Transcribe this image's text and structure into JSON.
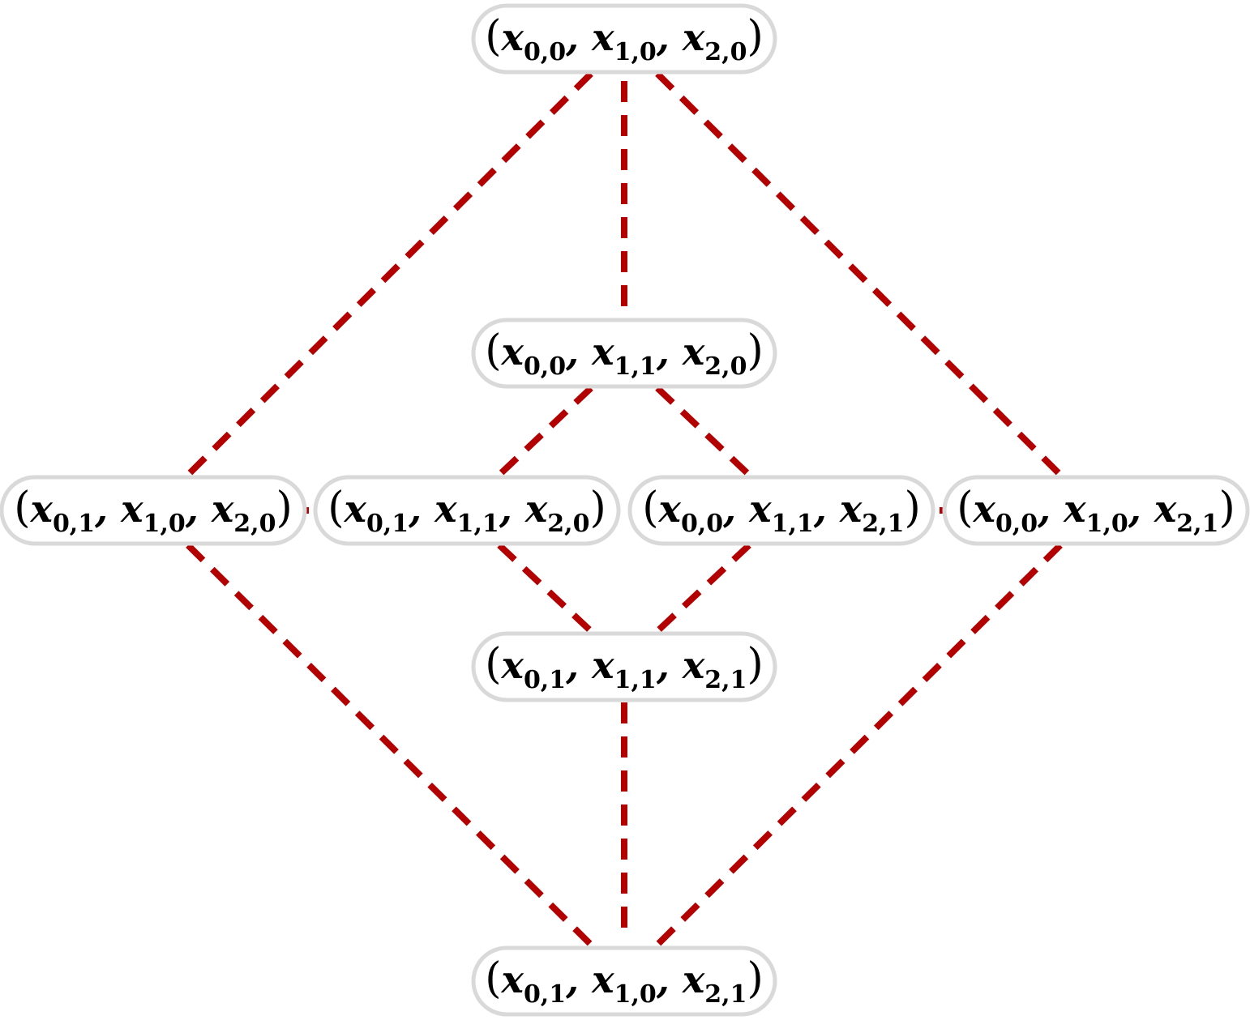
{
  "diagram": {
    "edge_color": "#b30000",
    "node_border_color": "#d9d9d9",
    "nodes": [
      {
        "id": "n1",
        "vars": [
          [
            "x",
            "0,0"
          ],
          [
            "x",
            "1,0"
          ],
          [
            "x",
            "2,0"
          ]
        ]
      },
      {
        "id": "n2",
        "vars": [
          [
            "x",
            "0,0"
          ],
          [
            "x",
            "1,1"
          ],
          [
            "x",
            "2,0"
          ]
        ]
      },
      {
        "id": "n3",
        "vars": [
          [
            "x",
            "0,1"
          ],
          [
            "x",
            "1,0"
          ],
          [
            "x",
            "2,0"
          ]
        ]
      },
      {
        "id": "n4",
        "vars": [
          [
            "x",
            "0,1"
          ],
          [
            "x",
            "1,1"
          ],
          [
            "x",
            "2,0"
          ]
        ]
      },
      {
        "id": "n5",
        "vars": [
          [
            "x",
            "0,0"
          ],
          [
            "x",
            "1,1"
          ],
          [
            "x",
            "2,1"
          ]
        ]
      },
      {
        "id": "n6",
        "vars": [
          [
            "x",
            "0,0"
          ],
          [
            "x",
            "1,0"
          ],
          [
            "x",
            "2,1"
          ]
        ]
      },
      {
        "id": "n7",
        "vars": [
          [
            "x",
            "0,1"
          ],
          [
            "x",
            "1,1"
          ],
          [
            "x",
            "2,1"
          ]
        ]
      },
      {
        "id": "n8",
        "vars": [
          [
            "x",
            "0,1"
          ],
          [
            "x",
            "1,0"
          ],
          [
            "x",
            "2,1"
          ]
        ]
      }
    ],
    "edges": [
      [
        "n1",
        "n2"
      ],
      [
        "n1",
        "n3"
      ],
      [
        "n1",
        "n6"
      ],
      [
        "n2",
        "n4"
      ],
      [
        "n2",
        "n5"
      ],
      [
        "n3",
        "n8"
      ],
      [
        "n4",
        "n7"
      ],
      [
        "n5",
        "n7"
      ],
      [
        "n6",
        "n8"
      ],
      [
        "n7",
        "n8"
      ]
    ]
  }
}
